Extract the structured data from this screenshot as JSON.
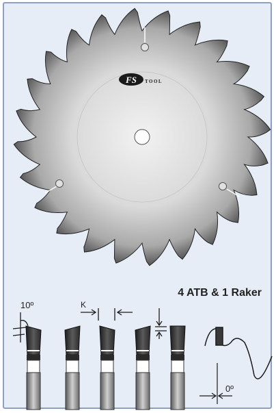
{
  "logo": {
    "primary": "FS",
    "secondary": "TOOL"
  },
  "heading": "4 ATB & 1 Raker",
  "dimensions": {
    "bevel_angle": "10º",
    "kerf": "K",
    "hook_angle": "0º"
  },
  "colors": {
    "panel_background": "#e7edf7",
    "panel_border": "#8c9fc0",
    "blade_dark": "#3a3a3a",
    "blade_light": "#d6d6d6",
    "line": "#1a1a1a"
  }
}
